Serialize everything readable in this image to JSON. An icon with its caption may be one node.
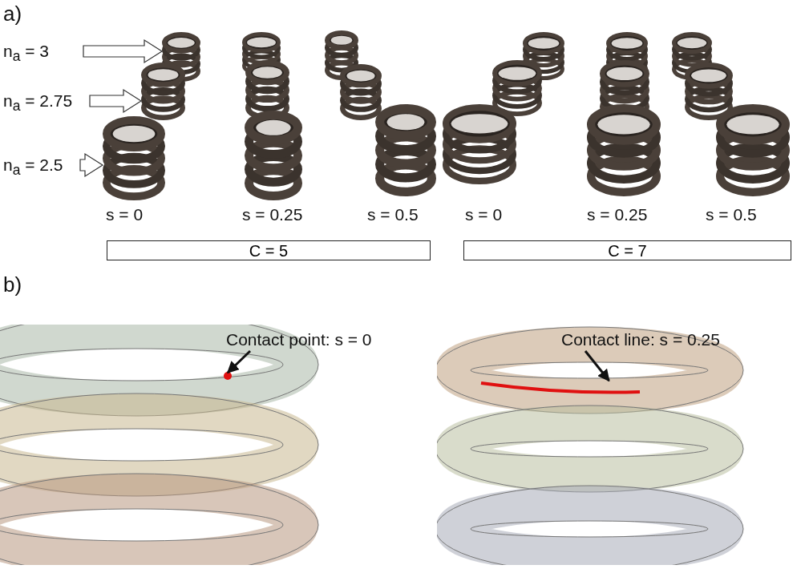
{
  "diagram": {
    "nodes": [
      {
        "text": [
          "n$_{a}$ = 3"
        ]
      },
      {
        "text": [
          "n$_{a}$ = 2.75"
        ]
      },
      {
        "text": [
          "n$_{a}$ = 2.5"
        ]
      },
      {
        "text": [],
        "shape": "picture"
      },
      {
        "text": [],
        "shape": "picture"
      },
      {
        "text": [],
        "shape": "picture"
      },
      {
        "text": [
          "C = 5"
        ]
      },
      {
        "text": [
          "C = 7"
        ]
      },
      {
        "text": [
          "Contact point: s = 0"
        ]
      },
      {
        "text": [],
        "shape": "circle"
      },
      {
        "text": [
          "Contact line: s = 0.25"
        ]
      },
      {
        "text": [],
        "shape": "line"
      }
    ],
    "edges": [
      {
        "from": 0,
        "to": 3,
        "arrow": "to"
      },
      {
        "from": 1,
        "to": 4,
        "arrow": "to"
      },
      {
        "from": 2,
        "to": 5,
        "arrow": "to"
      },
      {
        "from": 8,
        "to": 9,
        "arrow": "to"
      },
      {
        "from": 10,
        "to": 11,
        "arrow": "to"
      }
    ],
    "labels": [
      "a)",
      "s = 0",
      "s = 0.25",
      "s = 0.5",
      "s = 0",
      "s = 0.25",
      "s = 0.5",
      "b)"
    ]
  }
}
